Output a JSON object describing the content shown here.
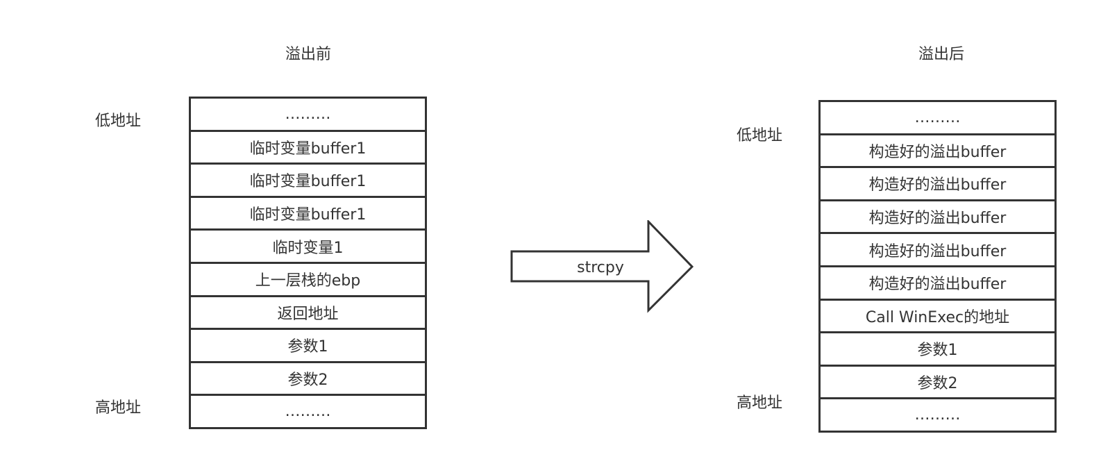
{
  "before": {
    "title": "溢出前",
    "low_addr": "低地址",
    "high_addr": "高地址",
    "cells": [
      "………",
      "临时变量buffer1",
      "临时变量buffer1",
      "临时变量buffer1",
      "临时变量1",
      "上一层栈的ebp",
      "返回地址",
      "参数1",
      "参数2",
      "………"
    ]
  },
  "arrow": {
    "label": "strcpy"
  },
  "after": {
    "title": "溢出后",
    "low_addr": "低地址",
    "high_addr": "高地址",
    "cells": [
      "………",
      "构造好的溢出buffer",
      "构造好的溢出buffer",
      "构造好的溢出buffer",
      "构造好的溢出buffer",
      "构造好的溢出buffer",
      "Call WinExec的地址",
      "参数1",
      "参数2",
      "………"
    ]
  }
}
